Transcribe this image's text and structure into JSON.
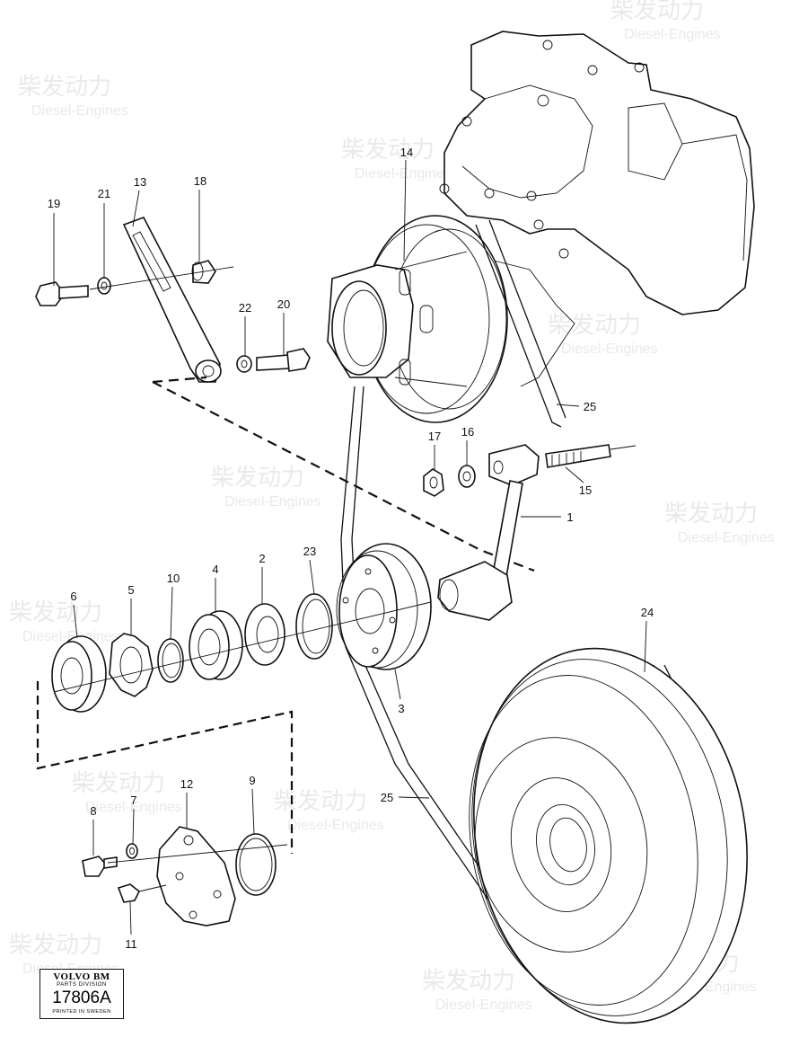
{
  "watermark": {
    "cn": "柴发动力",
    "en": "Diesel-Engines"
  },
  "callouts": [
    {
      "id": "c1",
      "text": "1"
    },
    {
      "id": "c2",
      "text": "2"
    },
    {
      "id": "c3",
      "text": "3"
    },
    {
      "id": "c4",
      "text": "4"
    },
    {
      "id": "c5",
      "text": "5"
    },
    {
      "id": "c6",
      "text": "6"
    },
    {
      "id": "c7",
      "text": "7"
    },
    {
      "id": "c8",
      "text": "8"
    },
    {
      "id": "c9",
      "text": "9"
    },
    {
      "id": "c10",
      "text": "10"
    },
    {
      "id": "c11",
      "text": "11"
    },
    {
      "id": "c12",
      "text": "12"
    },
    {
      "id": "c13",
      "text": "13"
    },
    {
      "id": "c14",
      "text": "14"
    },
    {
      "id": "c15",
      "text": "15"
    },
    {
      "id": "c16",
      "text": "16"
    },
    {
      "id": "c17",
      "text": "17"
    },
    {
      "id": "c18",
      "text": "18"
    },
    {
      "id": "c19",
      "text": "19"
    },
    {
      "id": "c20",
      "text": "20"
    },
    {
      "id": "c21",
      "text": "21"
    },
    {
      "id": "c22",
      "text": "22"
    },
    {
      "id": "c23",
      "text": "23"
    },
    {
      "id": "c24",
      "text": "24"
    },
    {
      "id": "c25a",
      "text": "25"
    },
    {
      "id": "c25b",
      "text": "25"
    }
  ],
  "badge": {
    "brand": "VOLVO BM",
    "division": "PARTS DIVISION",
    "number": "17806A",
    "printed": "PRINTED IN SWEDEN"
  }
}
